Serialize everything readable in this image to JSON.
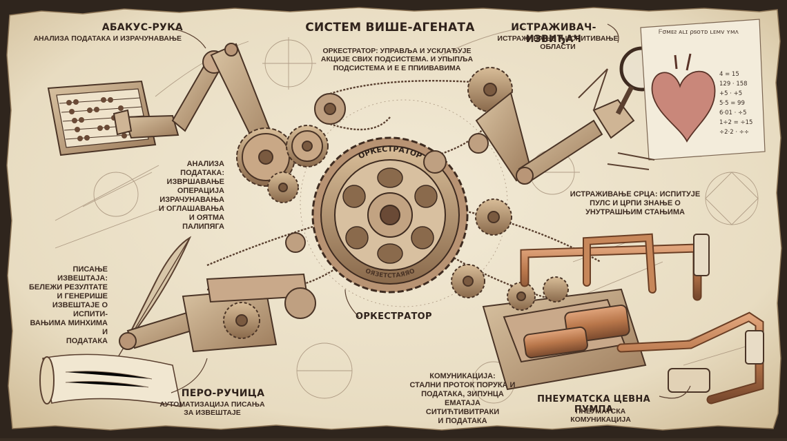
{
  "title": "СИСТЕМ ВИШЕ-АГЕНАТА",
  "orchestrator_note": "ОРКЕСТРАТОР: УПРАВЉА И УСКЛАЂУЈЕ\nАКЦИЈЕ СВИХ ПОДСИСТЕМА. И УПЫПЉА\nПОДСИСТЕМА И Е Е ППИИВАВИМА",
  "abacus": {
    "title": "АБАКУС-РУКА",
    "subtitle": "АНАЛИЗА ПОДАТАКА И ИЗРАЧУНАВАЊЕ",
    "detail": "АНАЛИЗА ПОДАТАКА:\nИЗВРШАВАЊЕ\nОПЕРАЦИЈА\nИЗРАЧУНАВАЊА\nИ ОГЛАШАВАЊА\nИ ОЯТМА\nПАЛИПЯГА"
  },
  "researcher": {
    "title": "ИСТРАЖИВАЧ-ИЗВИЂАЧ",
    "subtitle": "ИСТРАЖИВАЊЕ И ИСПИТИВАЊЕ\nОБЛАСТИ",
    "detail": "ИСТРАЖИВАЊЕ СРЦА: ИСПИТУЈЕ\nПУЛС И ЦРПИ ЗНАЊЕ О\nУНУТРАШЊИМ СТАЊИМА"
  },
  "quill": {
    "title": "ПЕРО-РУЧИЦА",
    "subtitle": "АУТОМАТИЗАЦИЈА ПИСАЊА\nЗА ИЗВЕШТАЈЕ",
    "detail": "ПИСАЊЕ ИЗВЕШТАЈА:\nБЕЛЕЖИ РЕЗУЛТАТЕ\nИ ГЕНЕРИШЕ\nИЗВЕШТАЈЕ О ИСПИТИ-\nВАЊИМА МИНХИМА И\nПОДАТАКА"
  },
  "orchestrator": {
    "label": "ОРКЕСТРАТОР",
    "gear_top_text": "ОРКЕСТРАТОР",
    "gear_bottom_text": "ОЯЗЕТСТАЯЯО"
  },
  "communication": {
    "detail": "КОМУНИКАЦИЈА:\nСТАЛНИ ПРОТОК ПОРУКА И\nПОДАТАКА, ЗИПУНЦА\nЕМАТАЈА СИТИЋТИВИТРАКИ\nИ ПОДАТАКА"
  },
  "pump": {
    "title": "ПНЕУМАТСКА ЦЕВНА ПУМПА",
    "subtitle": "ПНЕУМАТСКА КОМУНИКАЦИЈА"
  },
  "sheet_scribble": "ᖴσᴍᴇᴤ ᴀʟɪ ρᵴᴏᴛᴅ ʟᴇᴍᴠ ʏᴍʌ",
  "math_rows": [
    "4   =   15",
    "129  ·  158",
    "+5   ·  +5",
    "5·5  =  99",
    "6·01  ·  ÷5",
    "1÷2  =  ÷15",
    "÷2·2  ·  ÷÷"
  ],
  "colors": {
    "parchment": "#ece2cb",
    "ink": "#3b2a21",
    "copper": "#b8764a",
    "brass": "#a07a55",
    "heart": "#b66a5b"
  },
  "icons": [
    "abacus-icon",
    "mechanical-arm-icon",
    "gear-icon",
    "magnifier-icon",
    "heart-icon",
    "quill-icon",
    "scroll-icon",
    "pump-icon",
    "pipe-icon",
    "compass-icon"
  ]
}
